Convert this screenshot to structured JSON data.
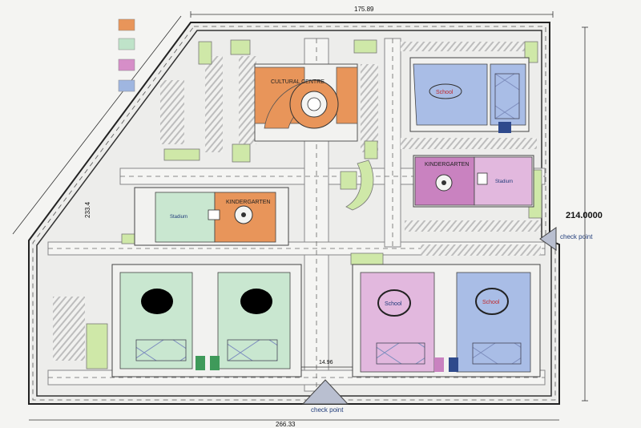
{
  "legend": {
    "swatches": [
      {
        "name": "orange",
        "color": "#e8955a"
      },
      {
        "name": "green",
        "color": "#bfe3c9"
      },
      {
        "name": "pink",
        "color": "#d68ec8"
      },
      {
        "name": "blue",
        "color": "#9fb6e0"
      }
    ]
  },
  "dimensions": {
    "top": "175.89",
    "left": "233.4",
    "right": "214.0000",
    "bottom": "266.33",
    "gap": "14.96"
  },
  "labels": {
    "cultural_centre": "CULTURAL CENTRE",
    "school_top": "School",
    "kindergarten_right": "KINDERGARTEN",
    "stadium_right": "Stadium",
    "stadium_left": "Stadium",
    "kindergarten_left": "KINDERGARTEN",
    "school_pink": "School",
    "school_blue": "School",
    "check_point_right": "check point",
    "check_point_bottom": "check point"
  },
  "colors": {
    "orange": "#e8955a",
    "green": "#c9e7d0",
    "pink": "#e2b8de",
    "blue": "#a9bde6",
    "kinder_pink": "#c982c0",
    "red_text": "#c0282a",
    "navy_text": "#1f3b7a"
  }
}
